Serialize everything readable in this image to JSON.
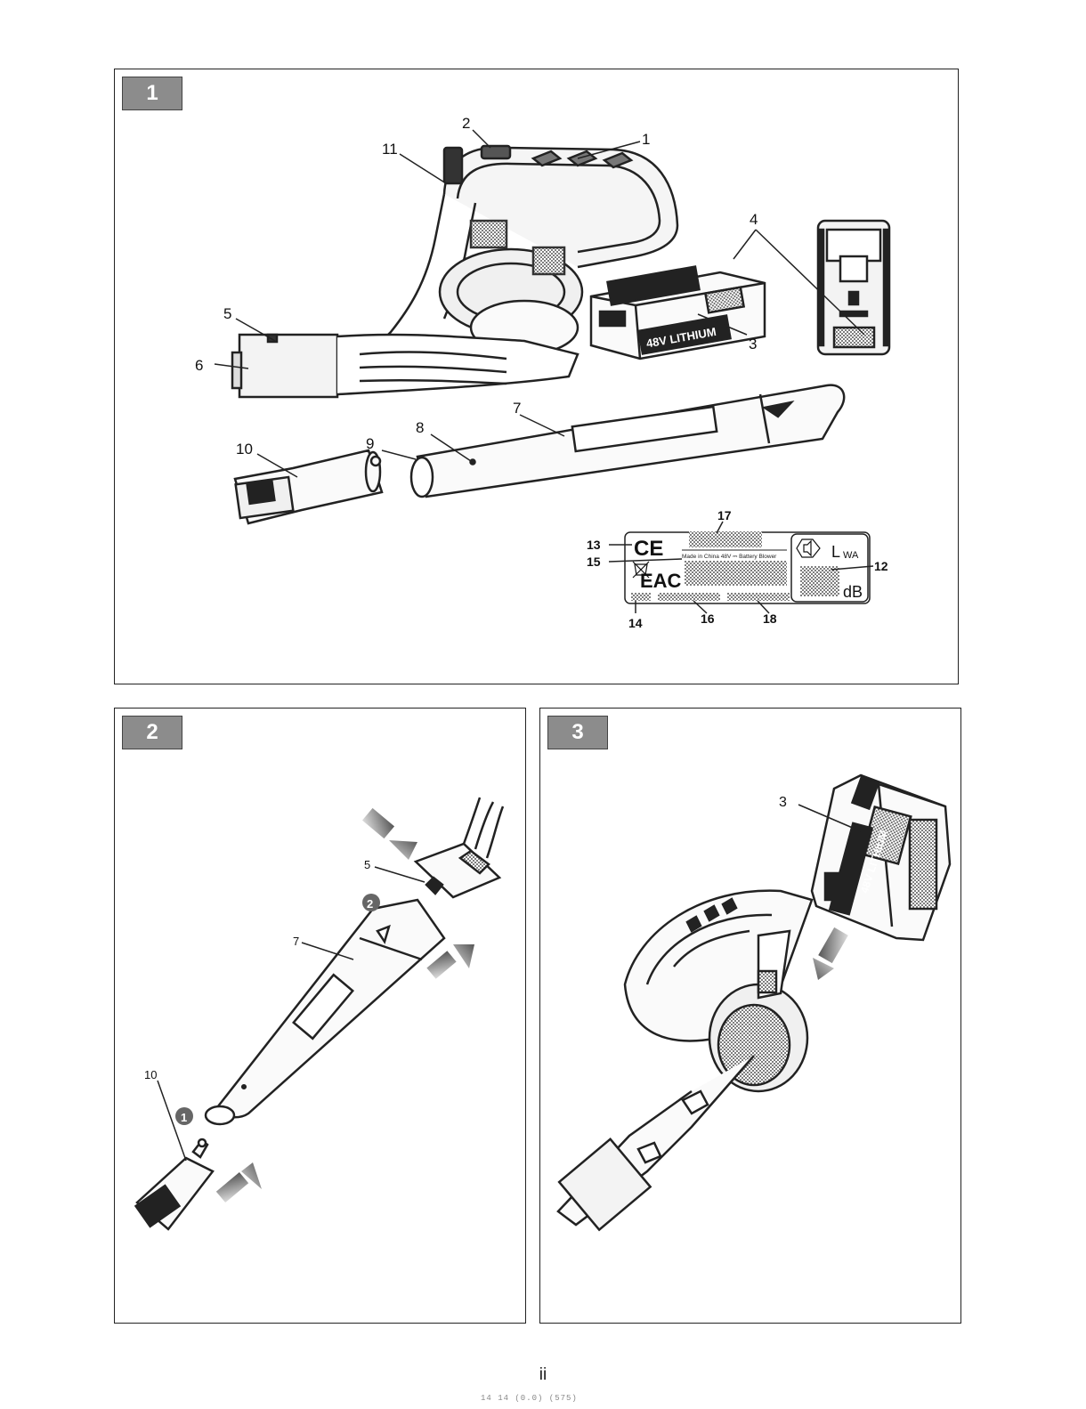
{
  "panels": [
    {
      "id": "1",
      "label": "1"
    },
    {
      "id": "2",
      "label": "2"
    },
    {
      "id": "3",
      "label": "3"
    }
  ],
  "panel1": {
    "callouts": [
      "1",
      "2",
      "3",
      "4",
      "5",
      "6",
      "7",
      "8",
      "9",
      "10",
      "11"
    ],
    "battery_brand": "48V LITHIUM"
  },
  "rating_label": {
    "callouts": [
      "12",
      "13",
      "14",
      "15",
      "16",
      "17",
      "18"
    ],
    "ce_mark": "CE",
    "eac_mark": "EAC",
    "info_line": "Made in China   48V ⎓   Battery Blower",
    "lwa": "L",
    "lwa_sub": "WA",
    "db": "dB"
  },
  "panel2": {
    "callouts": [
      "5",
      "7",
      "10"
    ],
    "steps": [
      "1",
      "2"
    ]
  },
  "panel3": {
    "callouts": [
      "3"
    ],
    "battery_brand": "48V LITHIUM"
  },
  "page_number": "ii",
  "footer": "14  14  (0.0)  (575)"
}
